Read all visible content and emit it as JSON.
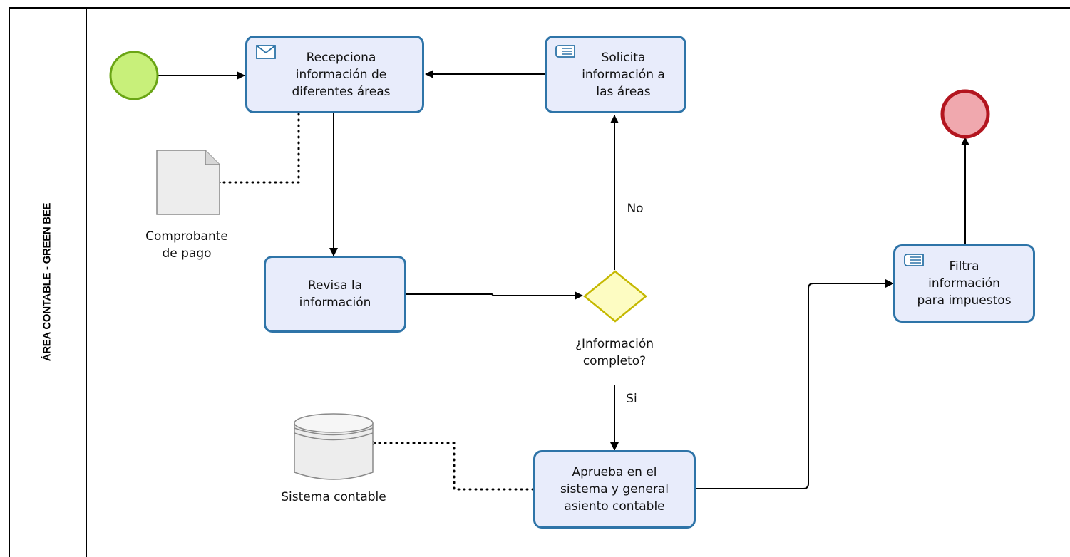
{
  "lane": {
    "title": "ÁREA CONTABLE - GREEN BEE"
  },
  "tasks": {
    "recepciona": {
      "label": "Recepciona\ninformación de\ndiferentes áreas",
      "icon": "envelope-icon"
    },
    "solicita": {
      "label": "Solicita\ninformación a\nlas áreas",
      "icon": "send-task-icon"
    },
    "revisa": {
      "label": "Revisa la\ninformación"
    },
    "aprueba": {
      "label": "Aprueba en el\nsistema y general\nasiento contable"
    },
    "filtra": {
      "label": "Filtra\ninformación\npara impuestos",
      "icon": "send-task-icon"
    }
  },
  "gateway": {
    "label": "¿Información\ncompleto?"
  },
  "flows": {
    "no_label": "No",
    "si_label": "Si"
  },
  "artifacts": {
    "document": {
      "label": "Comprobante\nde pago"
    },
    "datastore": {
      "label": "Sistema contable"
    }
  },
  "colors": {
    "task_border": "#2e74a8",
    "task_fill": "#e8ecfb",
    "start_event": "#c8f07a",
    "start_border": "#6aa515",
    "end_event": "#f0a8ae",
    "end_border": "#b3151f",
    "gateway_fill": "#fdfcc2",
    "gateway_border": "#c5b800"
  }
}
